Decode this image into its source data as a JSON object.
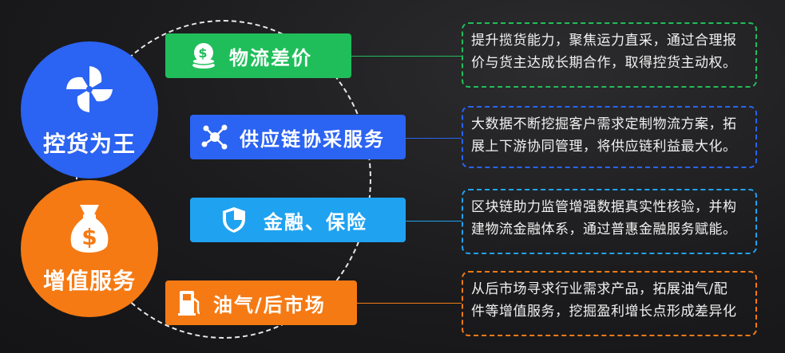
{
  "circles": [
    {
      "label": "控货为王",
      "icon": "pinwheel-icon",
      "color": "#2b63f2"
    },
    {
      "label": "增值服务",
      "icon": "money-bag-icon",
      "color": "#f57a14"
    }
  ],
  "items": [
    {
      "title": "物流差价",
      "icon": "coins-icon",
      "color": "#1fbe5a",
      "desc": [
        "提升揽货能力，聚焦运力直采，通过合理报",
        "价与货主达成长期合作，取得控货主动权。"
      ]
    },
    {
      "title": "供应链协采服务",
      "icon": "network-icon",
      "color": "#2b63f2",
      "desc": [
        "大数据不断挖掘客户需求定制物流方案，拓",
        "展上下游协同管理，将供应链利益最大化。"
      ]
    },
    {
      "title": "金融、保险",
      "icon": "shield-icon",
      "color": "#1fa2f0",
      "desc": [
        "区块链助力监管增强数据真实性核验，并构",
        "建物流金融体系，通过普惠金融服务赋能。"
      ]
    },
    {
      "title": "油气/后市场",
      "icon": "fuel-pump-icon",
      "color": "#f57a14",
      "desc": [
        "从后市场寻求行业需求产品，拓展油气/配",
        "件等增值服务，挖掘盈利增长点形成差异化"
      ]
    }
  ]
}
